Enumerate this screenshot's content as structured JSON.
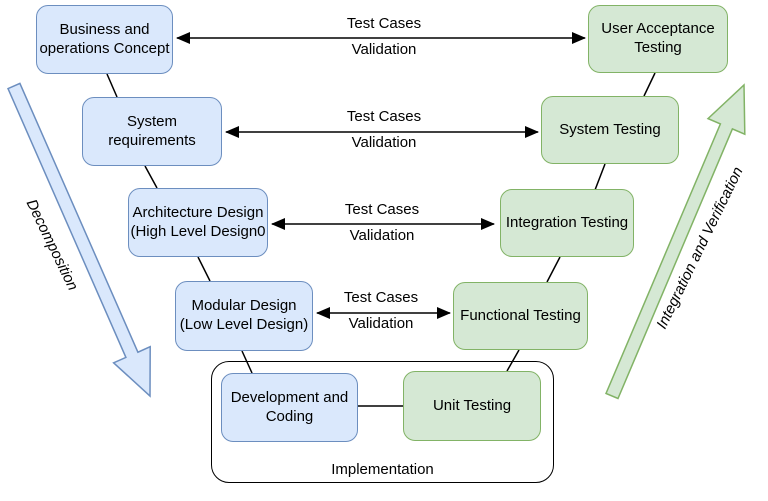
{
  "colors": {
    "background": "#ffffff",
    "blue_fill": "#dae8fc",
    "blue_stroke": "#6c8ebf",
    "green_fill": "#d5e8d4",
    "green_stroke": "#82b366",
    "line": "#000000"
  },
  "left_column": [
    {
      "label": "Business and\noperations Concept"
    },
    {
      "label": "System requirements"
    },
    {
      "label": "Architecture Design\n(High Level Design0"
    },
    {
      "label": "Modular Design\n(Low Level Design)"
    }
  ],
  "right_column": [
    {
      "label": "User Acceptance\nTesting"
    },
    {
      "label": "System Testing"
    },
    {
      "label": "Integration Testing"
    },
    {
      "label": "Functional Testing"
    }
  ],
  "bottom": {
    "container_label": "Implementation",
    "development_label": "Development and\nCoding",
    "unit_testing_label": "Unit Testing"
  },
  "edge_labels": {
    "test_cases": "Test Cases",
    "validation": "Validation"
  },
  "side_labels": {
    "decomposition": "Decomposition",
    "integration_verification": "Integration and Verification"
  }
}
